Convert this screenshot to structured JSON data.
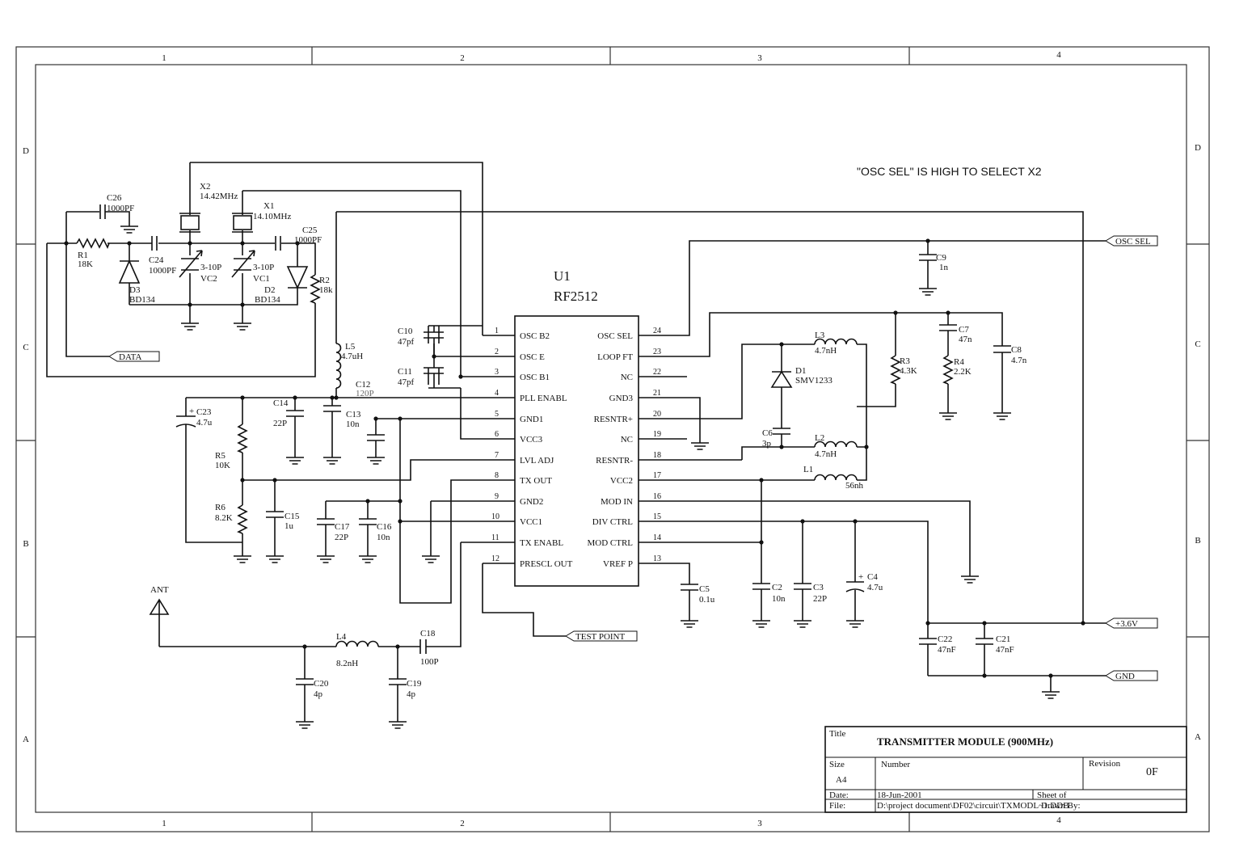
{
  "zones": {
    "columns": [
      "1",
      "2",
      "3",
      "4"
    ],
    "rows": [
      "D",
      "C",
      "B",
      "A"
    ]
  },
  "note": "\"OSC SEL\" IS HIGH TO SELECT X2",
  "ic": {
    "ref": "U1",
    "part": "RF2512",
    "left_pins": [
      {
        "num": "1",
        "name": "OSC B2"
      },
      {
        "num": "2",
        "name": "OSC E"
      },
      {
        "num": "3",
        "name": "OSC B1"
      },
      {
        "num": "4",
        "name": "PLL ENABL"
      },
      {
        "num": "5",
        "name": "GND1"
      },
      {
        "num": "6",
        "name": "VCC3"
      },
      {
        "num": "7",
        "name": "LVL ADJ"
      },
      {
        "num": "8",
        "name": "TX OUT"
      },
      {
        "num": "9",
        "name": "GND2"
      },
      {
        "num": "10",
        "name": "VCC1"
      },
      {
        "num": "11",
        "name": "TX ENABL"
      },
      {
        "num": "12",
        "name": "PRESCL OUT"
      }
    ],
    "right_pins": [
      {
        "num": "24",
        "name": "OSC SEL"
      },
      {
        "num": "23",
        "name": "LOOP FT"
      },
      {
        "num": "22",
        "name": "NC"
      },
      {
        "num": "21",
        "name": "GND3"
      },
      {
        "num": "20",
        "name": "RESNTR+"
      },
      {
        "num": "19",
        "name": "NC"
      },
      {
        "num": "18",
        "name": "RESNTR-"
      },
      {
        "num": "17",
        "name": "VCC2"
      },
      {
        "num": "16",
        "name": "MOD IN"
      },
      {
        "num": "15",
        "name": "DIV CTRL"
      },
      {
        "num": "14",
        "name": "MOD CTRL"
      },
      {
        "num": "13",
        "name": "VREF P"
      }
    ]
  },
  "ports": {
    "data": "DATA",
    "osc_sel": "OSC SEL",
    "test_point": "TEST POINT",
    "vcc": "+3.6V",
    "gnd": "GND",
    "antenna": "ANT"
  },
  "components": {
    "c26": {
      "ref": "C26",
      "value": "1000PF"
    },
    "r1": {
      "ref": "R1",
      "value": "18K"
    },
    "c24": {
      "ref": "C24",
      "value": "1000PF"
    },
    "d3": {
      "ref": "D3",
      "value": "BD134"
    },
    "x2": {
      "ref": "X2",
      "value": "14.42MHz"
    },
    "vc2": {
      "ref": "VC2",
      "value": "3-10P"
    },
    "x1": {
      "ref": "X1",
      "value": "14.10MHz"
    },
    "vc1": {
      "ref": "VC1",
      "value": "3-10P"
    },
    "c25": {
      "ref": "C25",
      "value": "1000PF"
    },
    "d2": {
      "ref": "D2",
      "value": "BD134"
    },
    "r2": {
      "ref": "R2",
      "value": "18k"
    },
    "c10": {
      "ref": "C10",
      "value": "47pf"
    },
    "c11": {
      "ref": "C11",
      "value": "47pf"
    },
    "l5": {
      "ref": "L5",
      "value": "4.7uH"
    },
    "c12": {
      "ref": "C12",
      "value": "120P"
    },
    "c23": {
      "ref": "C23",
      "value": "4.7u"
    },
    "c14": {
      "ref": "C14",
      "value": "22P"
    },
    "c13": {
      "ref": "C13",
      "value": "10n"
    },
    "r5": {
      "ref": "R5",
      "value": "10K"
    },
    "r6": {
      "ref": "R6",
      "value": "8.2K"
    },
    "c15": {
      "ref": "C15",
      "value": "1u"
    },
    "c17": {
      "ref": "C17",
      "value": "22P"
    },
    "c16": {
      "ref": "C16",
      "value": "10n"
    },
    "c9": {
      "ref": "C9",
      "value": "1n"
    },
    "l3": {
      "ref": "L3",
      "value": "4.7nH"
    },
    "d1": {
      "ref": "D1",
      "value": "SMV1233"
    },
    "c6": {
      "ref": "C6",
      "value": "3p"
    },
    "l2": {
      "ref": "L2",
      "value": "4.7nH"
    },
    "l1": {
      "ref": "L1",
      "value": "56nh"
    },
    "r3": {
      "ref": "R3",
      "value": "4.3K"
    },
    "c7": {
      "ref": "C7",
      "value": "47n"
    },
    "r4": {
      "ref": "R4",
      "value": "2.2K"
    },
    "c8": {
      "ref": "C8",
      "value": "4.7n"
    },
    "c5": {
      "ref": "C5",
      "value": "0.1u"
    },
    "c2": {
      "ref": "C2",
      "value": "10n"
    },
    "c3": {
      "ref": "C3",
      "value": "22P"
    },
    "c4": {
      "ref": "C4",
      "value": "4.7u"
    },
    "c22": {
      "ref": "C22",
      "value": "47nF"
    },
    "c21": {
      "ref": "C21",
      "value": "47nF"
    },
    "l4": {
      "ref": "L4",
      "value": "8.2nH"
    },
    "c18": {
      "ref": "C18",
      "value": "100P"
    },
    "c20": {
      "ref": "C20",
      "value": "4p"
    },
    "c19": {
      "ref": "C19",
      "value": "4p"
    }
  },
  "title_block": {
    "title_label": "Title",
    "title": "TRANSMITTER MODULE (900MHz)",
    "size_label": "Size",
    "size": "A4",
    "number_label": "Number",
    "revision_label": "Revision",
    "revision": "0F",
    "date_label": "Date:",
    "date": "18-Jun-2001",
    "sheet_label": "Sheet     of",
    "file_label": "File:",
    "file": "D:\\project document\\DF02\\circuit\\TXMODL~1.DDB",
    "drawn_label": "Drawn By:"
  }
}
